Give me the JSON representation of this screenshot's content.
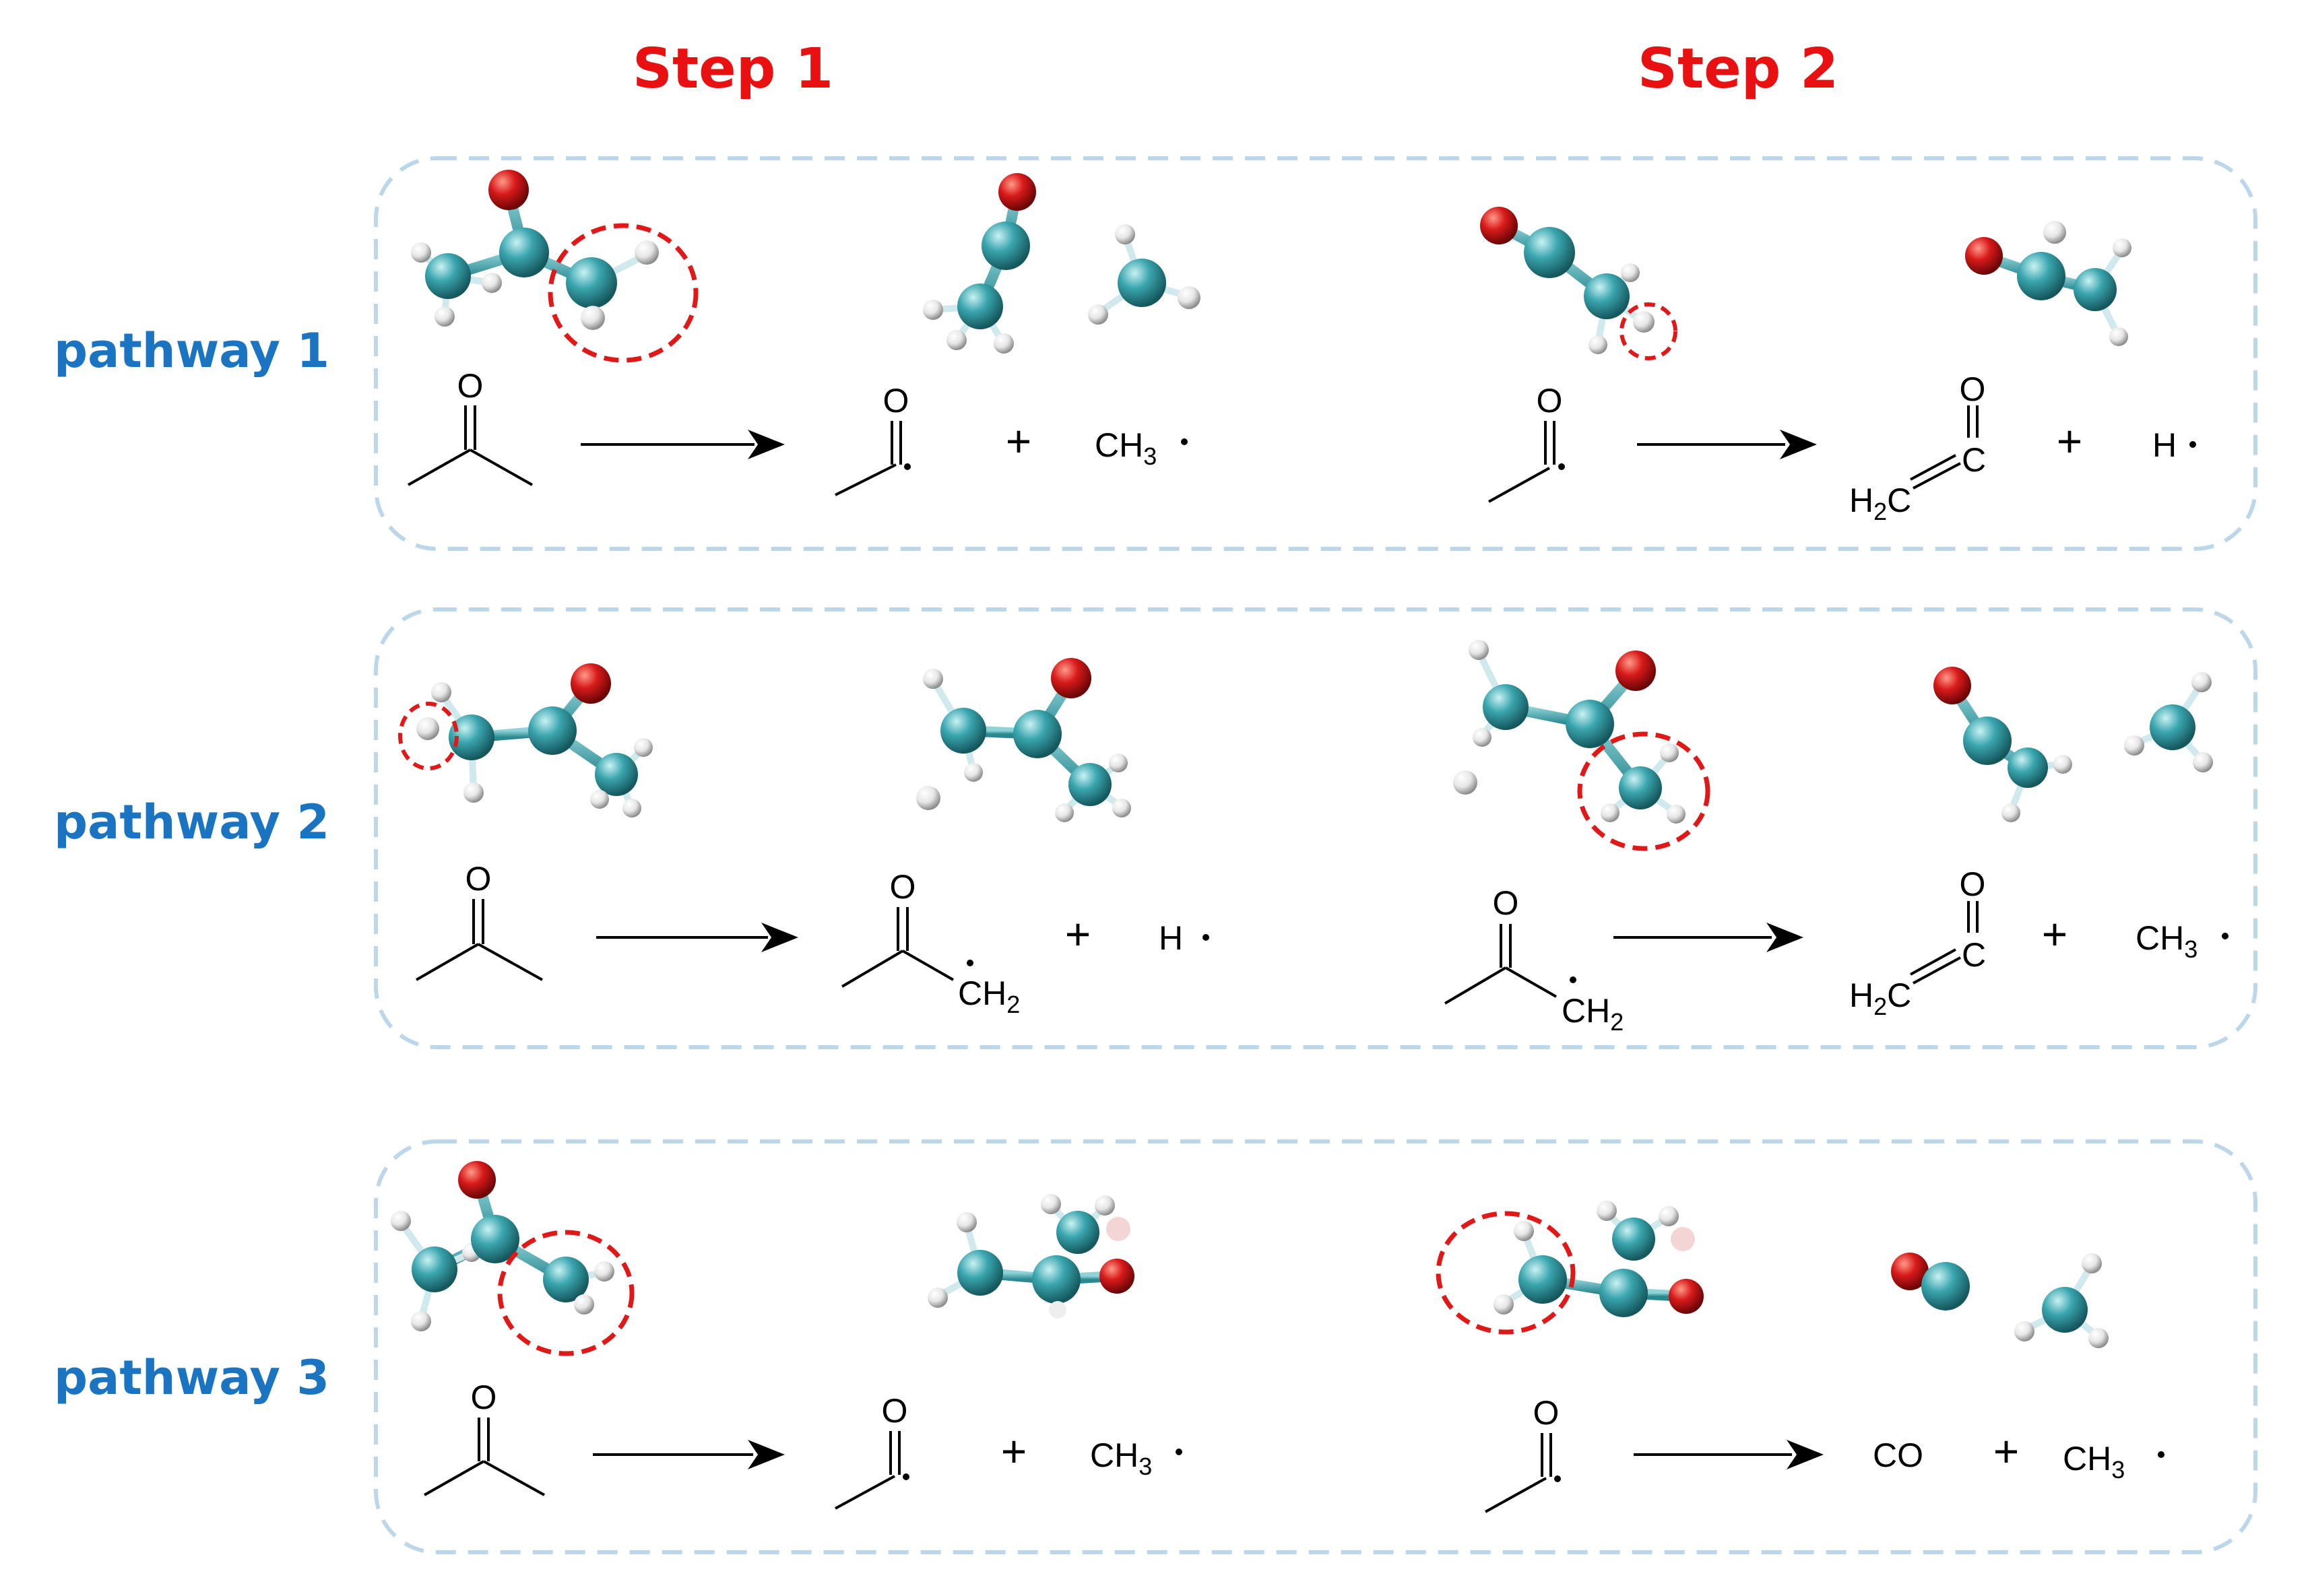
{
  "colors": {
    "title": "#e81010",
    "pathway": "#1b74c1",
    "panel_border": "#bcd6ea",
    "carbon": "#3aa5ae",
    "oxygen": "#d81a1a",
    "hydrogen": "#eeeeee",
    "highlight": "#e01818"
  },
  "steps": {
    "step1": "Step 1",
    "step2": "Step 2"
  },
  "pathways": [
    {
      "label": "pathway 1"
    },
    {
      "label": "pathway 2"
    },
    {
      "label": "pathway 3"
    }
  ],
  "chem": {
    "O": "O",
    "C": "C",
    "CH": "CH",
    "H": "H",
    "H2C_H": "H",
    "two": "2",
    "three": "3",
    "CO": "CO",
    "plus": "+",
    "dot": "·"
  }
}
